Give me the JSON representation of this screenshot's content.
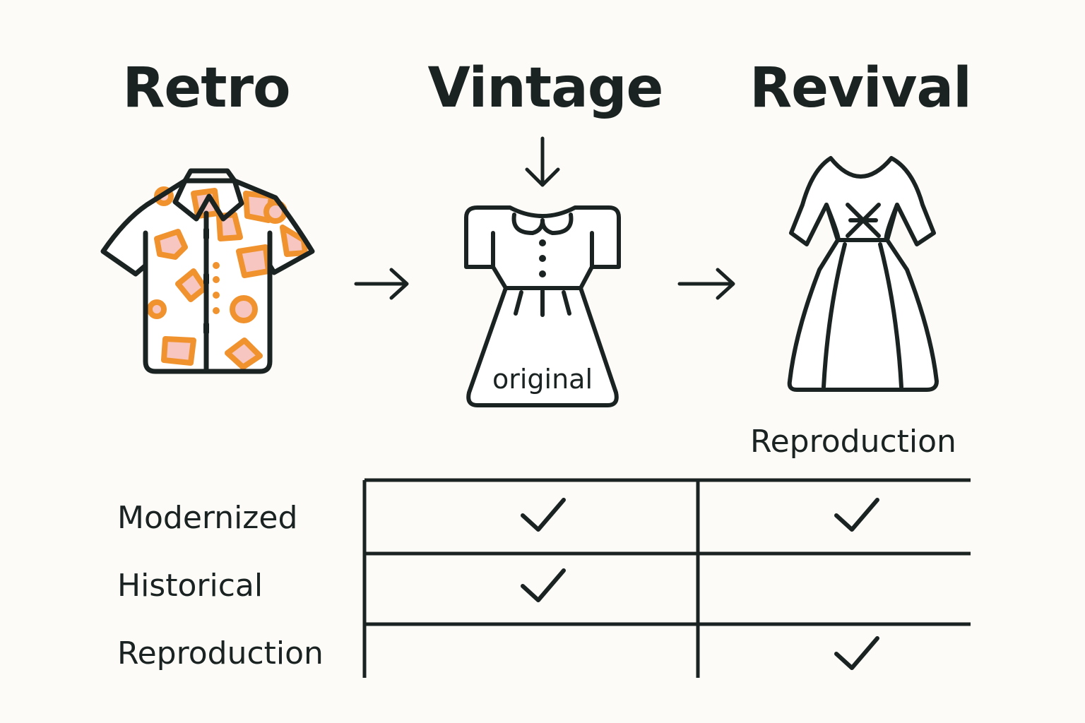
{
  "headings": {
    "retro": "Retro",
    "vintage": "Vintage",
    "revival": "Revival"
  },
  "labels": {
    "original": "original",
    "reproduction_caption": "Reproduction"
  },
  "table": {
    "rows": [
      {
        "label": "Modernized",
        "vintage": true,
        "revival": true
      },
      {
        "label": "Historical",
        "vintage": true,
        "revival": false
      },
      {
        "label": "Reproduction",
        "vintage": false,
        "revival": true
      }
    ]
  },
  "icons": {
    "retro": "patterned-shirt-icon",
    "vintage": "dress-icon",
    "revival": "lace-up-gown-icon",
    "flow": "arrow-right-icon",
    "pointer": "arrow-down-icon",
    "mark": "checkmark-icon"
  },
  "colors": {
    "ink": "#1b2322",
    "background": "#fcfbf7",
    "pattern_orange": "#f0932f",
    "pattern_pink": "#f7c6c0"
  }
}
